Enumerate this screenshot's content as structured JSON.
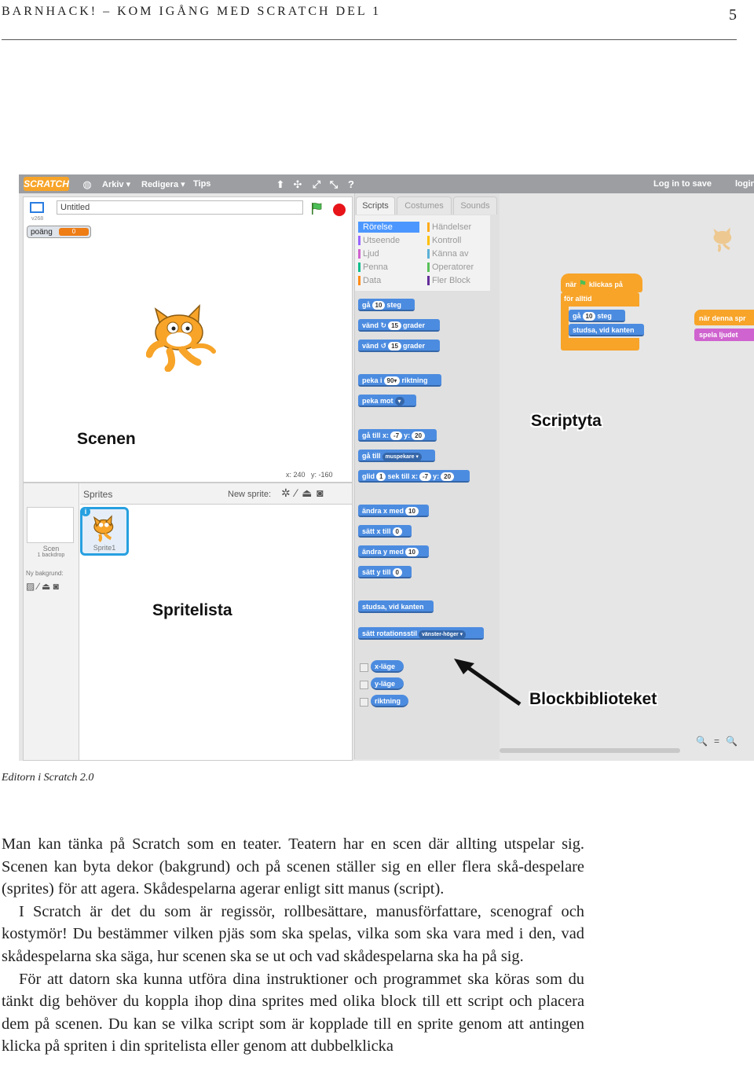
{
  "header": {
    "running_title": "barnhack! – kom igång med scratch del 1",
    "page_number": "5"
  },
  "editor": {
    "menu": {
      "logo": "SCRATCH",
      "file": "Arkiv ▾",
      "edit": "Redigera ▾",
      "tips": "Tips",
      "login_save": "Log in to save",
      "login": "login"
    },
    "stage": {
      "title_value": "Untitled",
      "version": "v268",
      "variable_name": "poäng",
      "variable_value": "0",
      "label": "Scenen",
      "coord_x": "x: 240",
      "coord_y": "y: -160"
    },
    "sprites": {
      "title": "Sprites",
      "new_sprite": "New sprite:",
      "stage_name": "Scen",
      "stage_backdrops": "1 backdrop",
      "new_backdrop": "Ny bakgrund:",
      "sprite1": "Sprite1",
      "label": "Spritelista"
    },
    "tabs": [
      "Scripts",
      "Costumes",
      "Sounds"
    ],
    "categories_left": [
      "Rörelse",
      "Utseende",
      "Ljud",
      "Penna",
      "Data"
    ],
    "categories_right": [
      "Händelser",
      "Kontroll",
      "Känna av",
      "Operatorer",
      "Fler Block"
    ],
    "category_colors": [
      "#4c97ff",
      "#9966ff",
      "#cf63cf",
      "#0fbd8c",
      "#ff8c1a",
      "#ffab19",
      "#ffbf00",
      "#5cb1d6",
      "#59c059",
      "#632d99"
    ],
    "blocks": {
      "b1": "gå",
      "b1v": "10",
      "b1s": "steg",
      "b2": "vänd ↻",
      "b2v": "15",
      "b2s": "grader",
      "b3": "vänd ↺",
      "b3v": "15",
      "b3s": "grader",
      "b4": "peka i",
      "b4v": "90▾",
      "b4s": "riktning",
      "b5": "peka mot",
      "b5v": "▾",
      "b6": "gå till x:",
      "b6v": "-7",
      "b6m": "y:",
      "b6w": "20",
      "b7": "gå till",
      "b7v": "muspekare ▾",
      "b8": "glid",
      "b8v": "1",
      "b8m": "sek till x:",
      "b8w": "-7",
      "b8n": "y:",
      "b8z": "20",
      "b9": "ändra x med",
      "b9v": "10",
      "b10": "sätt x till",
      "b10v": "0",
      "b11": "ändra y med",
      "b11v": "10",
      "b12": "sätt y till",
      "b12v": "0",
      "b13": "studsa, vid kanten",
      "b14": "sätt rotationsstil",
      "b14v": "vänster-höger ▾",
      "r1": "x-läge",
      "r2": "y-läge",
      "r3": "riktning"
    },
    "script": {
      "hat": "när",
      "hat_end": "klickas på",
      "forever": "för alltid",
      "move": "gå",
      "move_v": "10",
      "move_s": "steg",
      "bounce": "studsa, vid kanten",
      "hat2": "när denna spr",
      "sound": "spela ljudet"
    },
    "labels": {
      "script_area": "Scriptyta",
      "block_library": "Blockbiblioteket"
    }
  },
  "caption": "Editorn i Scratch 2.0",
  "body": {
    "p1": "Man kan tänka på Scratch som en teater. Teatern har en scen där allting utspelar sig. Scenen kan byta dekor (bakgrund) och på scenen ställer sig en eller flera skå-despelare (sprites) för att agera. Skådespelarna agerar enligt sitt manus (script).",
    "p2": "I Scratch är det du som är regissör, rollbesättare, manusförfattare, scenograf och kostymör! Du bestämmer vilken pjäs som ska spelas, vilka som ska vara med i den, vad skådespelarna ska säga, hur scenen ska se ut och vad skådespelarna ska ha på sig.",
    "p3": "För att datorn ska kunna utföra dina instruktioner och programmet ska köras som du tänkt dig behöver du koppla ihop dina sprites med olika block till ett script och placera dem på scenen. Du kan se vilka script som är kopplade till en sprite genom att antingen klicka på spriten i din spritelista eller genom att dubbelklicka"
  }
}
